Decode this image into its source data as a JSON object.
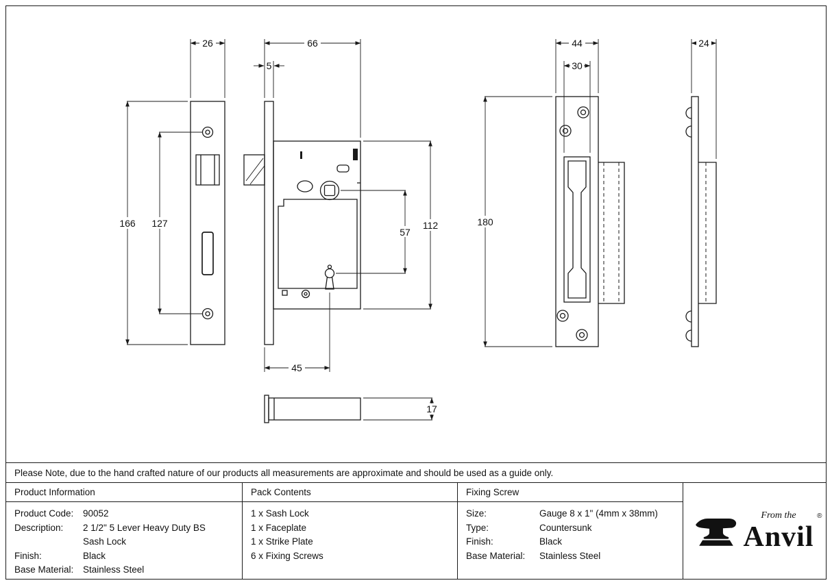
{
  "note": "Please Note, due to the hand crafted nature of our products all measurements are approximate and should be used as a guide only.",
  "drawing": {
    "dims": {
      "faceplate_width": "26",
      "case_depth": "66",
      "faceplate_thickness": "5",
      "strike_width": "44",
      "strike_cutout_width": "30",
      "strike_side_depth": "24",
      "faceplate_height": "166",
      "screw_centres": "127",
      "case_height": "112",
      "spindle_to_key": "57",
      "strike_height": "180",
      "backset": "45",
      "case_thickness": "17"
    }
  },
  "table": {
    "product_info": {
      "header": "Product Information",
      "rows": [
        [
          "Product Code:",
          "90052"
        ],
        [
          "Description:",
          "2 1/2\" 5 Lever Heavy Duty BS"
        ],
        [
          "",
          "Sash Lock"
        ],
        [
          "Finish:",
          "Black"
        ],
        [
          "Base Material:",
          "Stainless Steel"
        ]
      ]
    },
    "pack_contents": {
      "header": "Pack Contents",
      "items": [
        "1 x Sash Lock",
        "1 x Faceplate",
        "1 x Strike Plate",
        "6 x Fixing Screws"
      ]
    },
    "fixing_screw": {
      "header": "Fixing Screw",
      "rows": [
        [
          "Size:",
          "Gauge 8 x 1\" (4mm x 38mm)"
        ],
        [
          "Type:",
          "Countersunk"
        ],
        [
          "Finish:",
          "Black"
        ],
        [
          "Base Material:",
          "Stainless Steel"
        ]
      ]
    }
  },
  "brand": {
    "tagline": "From the",
    "name": "Anvil",
    "registered": "®"
  }
}
